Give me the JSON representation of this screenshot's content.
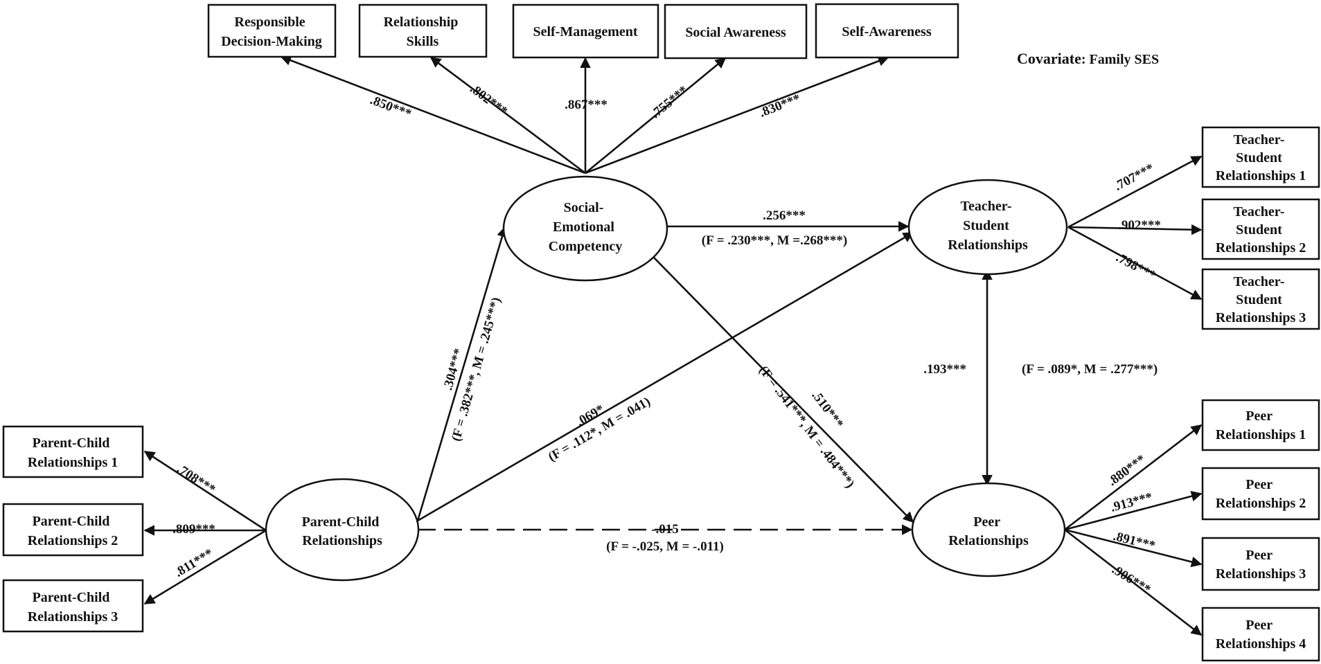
{
  "covariate": {
    "prefix": "Covariate",
    "label": ": Family SES"
  },
  "top_indicators": [
    {
      "lines": [
        "Responsible",
        "Decision-Making"
      ],
      "loading": ".850***"
    },
    {
      "lines": [
        "Relationship",
        "Skills"
      ],
      "loading": ".802***"
    },
    {
      "lines": [
        "Self-Management"
      ],
      "loading": ".867***"
    },
    {
      "lines": [
        "Social Awareness"
      ],
      "loading": ".755***"
    },
    {
      "lines": [
        "Self-Awareness"
      ],
      "loading": ".830***"
    }
  ],
  "latents": {
    "sec": [
      "Social-",
      "Emotional",
      "Competency"
    ],
    "tsr": [
      "Teacher-",
      "Student",
      "Relationships"
    ],
    "pcr": [
      "Parent-Child",
      "Relationships"
    ],
    "pr": [
      "Peer",
      "Relationships"
    ]
  },
  "pcr_indicators": [
    {
      "lines": [
        "Parent-Child",
        "Relationships 1"
      ],
      "loading": ".708***"
    },
    {
      "lines": [
        "Parent-Child",
        "Relationships 2"
      ],
      "loading": ".809***"
    },
    {
      "lines": [
        "Parent-Child",
        "Relationships 3"
      ],
      "loading": ".811***"
    }
  ],
  "tsr_indicators": [
    {
      "lines": [
        "Teacher-",
        "Student",
        "Relationships 1"
      ],
      "loading": ".707***"
    },
    {
      "lines": [
        "Teacher-",
        "Student",
        "Relationships 2"
      ],
      "loading": ".902***"
    },
    {
      "lines": [
        "Teacher-",
        "Student",
        "Relationships 3"
      ],
      "loading": ".798***"
    }
  ],
  "pr_indicators": [
    {
      "lines": [
        "Peer",
        "Relationships 1"
      ],
      "loading": ".880***"
    },
    {
      "lines": [
        "Peer",
        "Relationships 2"
      ],
      "loading": ".913***"
    },
    {
      "lines": [
        "Peer",
        "Relationships 3"
      ],
      "loading": ".891***"
    },
    {
      "lines": [
        "Peer",
        "Relationships 4"
      ],
      "loading": ".906***"
    }
  ],
  "paths": {
    "sec_tsr": {
      "coef": ".256***",
      "group": "(F = .230***, M =.268***)"
    },
    "pcr_sec": {
      "coef": ".304***",
      "group": "(F = .382***, M = .245***)"
    },
    "pcr_tsr": {
      "coef": ".069*",
      "group": "(F = .112*, M = .041)"
    },
    "sec_pr": {
      "coef": ".510***",
      "group": "(F = .541***, M = .484***)"
    },
    "pcr_pr": {
      "coef": "-.015",
      "group": "(F = -.025, M = -.011)"
    },
    "tsr_pr": {
      "coef": ".193***",
      "group": "(F = .089*, M = .277***)"
    }
  }
}
